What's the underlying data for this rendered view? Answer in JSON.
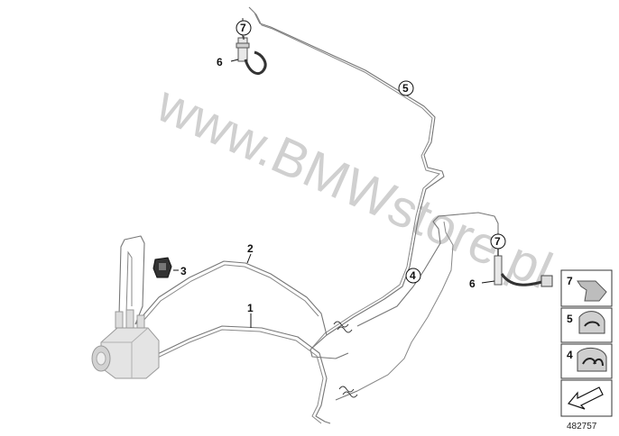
{
  "watermark": "www.BMWstore.pl",
  "diagram_id": "482757",
  "callouts": [
    {
      "id": "c1",
      "text": "1",
      "circled": false
    },
    {
      "id": "c2",
      "text": "2",
      "circled": false
    },
    {
      "id": "c3",
      "text": "3",
      "circled": false
    },
    {
      "id": "c4",
      "text": "4",
      "circled": true
    },
    {
      "id": "c5",
      "text": "5",
      "circled": true
    },
    {
      "id": "c6a",
      "text": "6",
      "circled": false
    },
    {
      "id": "c6b",
      "text": "6",
      "circled": false
    },
    {
      "id": "c7a",
      "text": "7",
      "circled": true
    },
    {
      "id": "c7b",
      "text": "7",
      "circled": true
    }
  ],
  "legend": [
    {
      "text": "7"
    },
    {
      "text": "5"
    },
    {
      "text": "4"
    }
  ]
}
